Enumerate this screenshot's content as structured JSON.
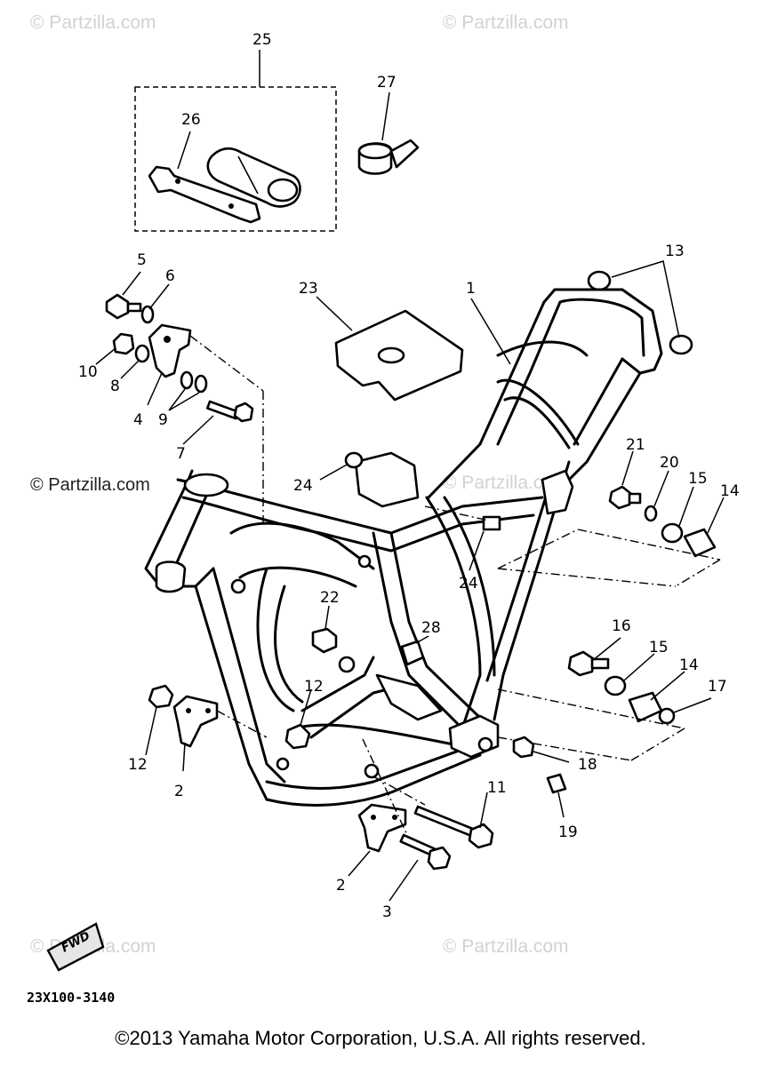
{
  "watermarks": {
    "top_left": "© Partzilla.com",
    "top_right": "© Partzilla.com",
    "middle_left": "© Partzilla.com",
    "middle_center": "© Partzilla.com",
    "bottom_left": "© Partzilla.com",
    "bottom_right": "© Partzilla.com"
  },
  "callouts": {
    "c1": "1",
    "c2a": "2",
    "c2b": "2",
    "c3": "3",
    "c4": "4",
    "c5": "5",
    "c6": "6",
    "c7": "7",
    "c8": "8",
    "c9": "9",
    "c10": "10",
    "c11": "11",
    "c12a": "12",
    "c12b": "12",
    "c13": "13",
    "c14a": "14",
    "c14b": "14",
    "c15a": "15",
    "c15b": "15",
    "c16": "16",
    "c17": "17",
    "c18": "18",
    "c19": "19",
    "c20": "20",
    "c21": "21",
    "c22": "22",
    "c23": "23",
    "c24a": "24",
    "c24b": "24",
    "c25": "25",
    "c26": "26",
    "c27": "27",
    "c28": "28"
  },
  "direction_tag": "FWD",
  "diagram_code": "23X100-3140",
  "copyright": "©2013 Yamaha Motor Corporation, U.S.A. All rights reserved."
}
